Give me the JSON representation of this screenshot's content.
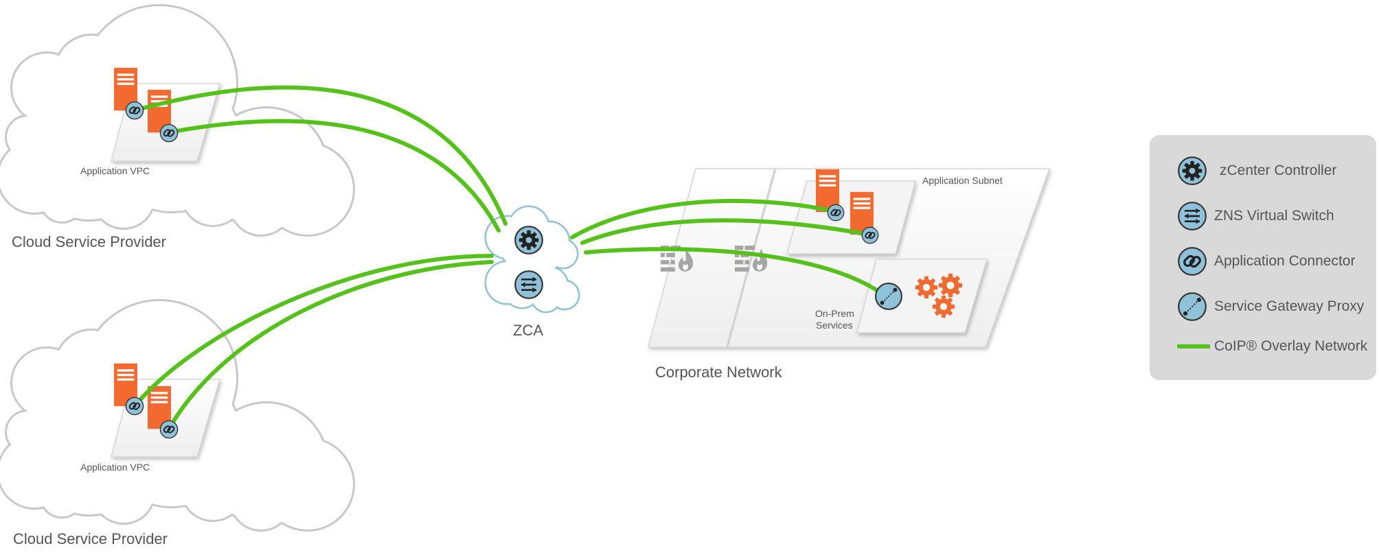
{
  "diagram": {
    "cloud_top": {
      "label": "Cloud Service Provider",
      "vpc_label": "Application VPC"
    },
    "cloud_bottom": {
      "label": "Cloud Service Provider",
      "vpc_label": "Application VPC"
    },
    "zca": {
      "label": "ZCA"
    },
    "corporate": {
      "label": "Corporate Network",
      "subnet_label": "Application Subnet",
      "onprem_label_line1": "On-Prem",
      "onprem_label_line2": "Services"
    }
  },
  "legend": {
    "items": [
      {
        "icon": "gear-icon",
        "label": "zCenter Controller"
      },
      {
        "icon": "switch-arrows-icon",
        "label": "ZNS Virtual Switch"
      },
      {
        "icon": "chain-link-icon",
        "label": "Application Connector"
      },
      {
        "icon": "proxy-line-icon",
        "label": "Service Gateway Proxy"
      },
      {
        "icon": "green-line",
        "label": "CoIP® Overlay Network"
      }
    ]
  },
  "colors": {
    "overlay": "#55c21b",
    "server": "#f26a30",
    "icon_fill": "#8fc1d9",
    "cloud_stroke": "#c8c8c8",
    "zca_stroke": "#8fc1d9",
    "text": "#555555"
  }
}
